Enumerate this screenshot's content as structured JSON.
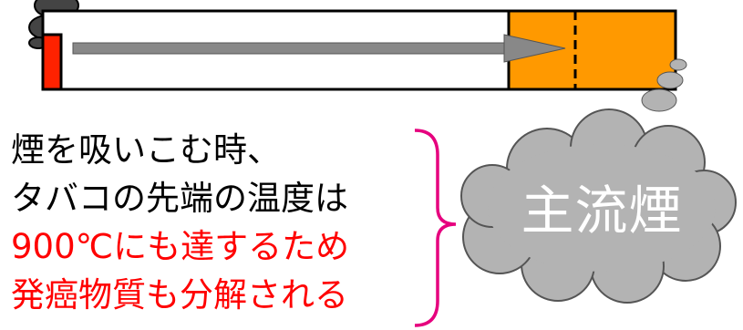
{
  "text_lines": [
    "煙を吸いこむ時、",
    "タバコの先端の温度は",
    "900℃にも達するため",
    "発癌物質も分解される"
  ],
  "cloud_label": "主流煙",
  "colors": {
    "filter": "#ff9900",
    "ember": "#ff2200",
    "smoke": "#b3b3b3",
    "smoke_dark": "#4d4d4d",
    "arrow": "#888888",
    "bracket": "#e6007e",
    "highlight_text": "#ff0000",
    "cloud_text": "#ffffff"
  }
}
